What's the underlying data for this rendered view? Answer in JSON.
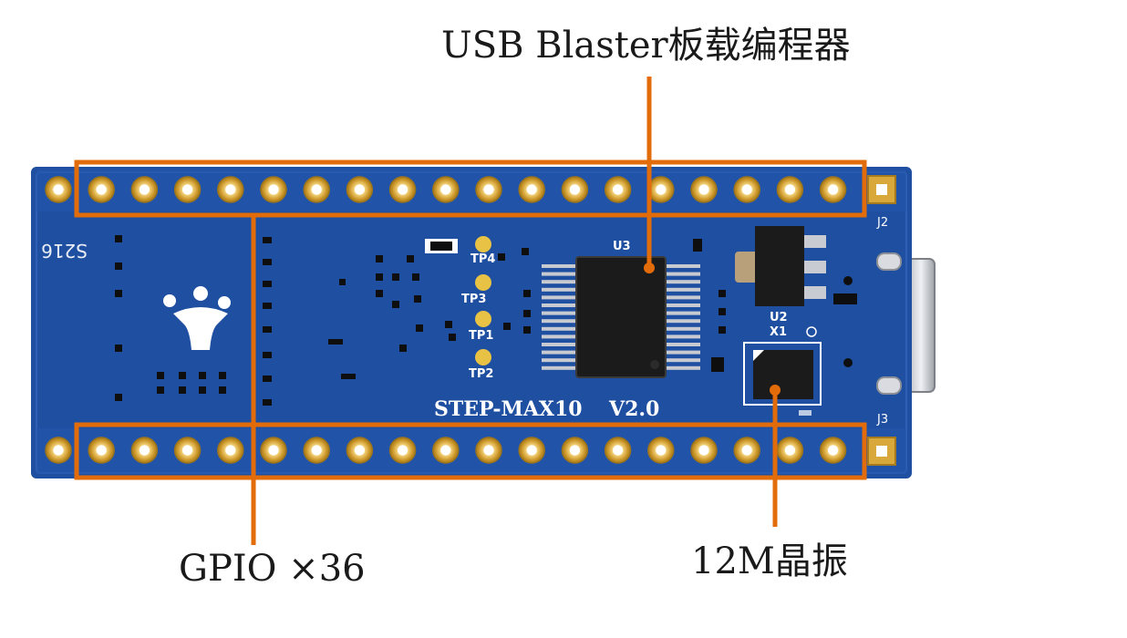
{
  "colors": {
    "pcb_blue": "#1f4fa0",
    "annotation_orange": "#e36c0a",
    "pad_gold": "#d8a83a",
    "silkscreen": "#ffffff",
    "chip_black": "#1b1b1b"
  },
  "annotations": {
    "usb_blaster": "USB Blaster板载编程器",
    "gpio": "GPIO ×36",
    "crystal": "12M晶振"
  },
  "board": {
    "model": "STEP-MAX10",
    "version": "V2.0",
    "silkscreen_code": "S216",
    "chip_ref": "U3",
    "regulator_ref": "U2",
    "crystal_ref": "X1",
    "header_top": "J2",
    "header_bottom": "J3",
    "test_points": [
      "TP4",
      "TP3",
      "TP1",
      "TP2"
    ]
  },
  "icons": {
    "logo": "step-logo-icon"
  }
}
